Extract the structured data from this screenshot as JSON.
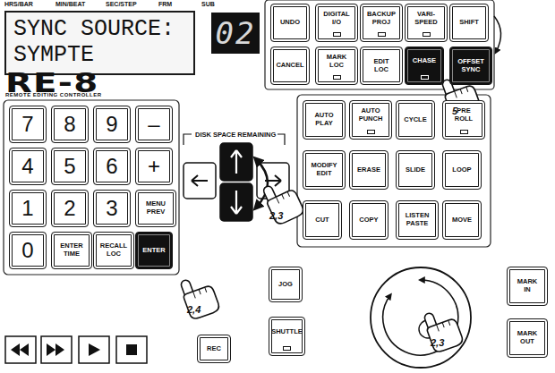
{
  "diagram": {
    "nodes": [
      {
        "text": [
          "SYNC SOURCE: SYMPTE"
        ]
      },
      {
        "text": [
          "02"
        ]
      },
      {
        "text": [
          "UNDO"
        ]
      },
      {
        "text": [
          "DIGITAL I/O"
        ]
      },
      {
        "text": [
          "BACKUP PROJ"
        ]
      },
      {
        "text": [
          "VARI- SPEED"
        ]
      },
      {
        "text": [
          "SHIFT"
        ]
      },
      {
        "text": [
          "CANCEL"
        ]
      },
      {
        "text": [
          "MARK LOC"
        ]
      },
      {
        "text": [
          "EDIT LOC"
        ]
      },
      {
        "text": [
          "CHASE"
        ]
      },
      {
        "text": [
          "OFFSET SYNC"
        ]
      },
      {
        "text": [
          "7"
        ]
      },
      {
        "text": [
          "8"
        ]
      },
      {
        "text": [
          "9"
        ]
      },
      {
        "text": [
          "–"
        ]
      },
      {
        "text": [
          "4"
        ]
      },
      {
        "text": [
          "5"
        ]
      },
      {
        "text": [
          "6"
        ]
      },
      {
        "text": [
          "+"
        ]
      },
      {
        "text": [
          "1"
        ]
      },
      {
        "text": [
          "2"
        ]
      },
      {
        "text": [
          "3"
        ]
      },
      {
        "text": [
          "MENU PREV"
        ]
      },
      {
        "text": [
          "0"
        ]
      },
      {
        "text": [
          "ENTER TIME"
        ]
      },
      {
        "text": [
          "RECALL LOC"
        ]
      },
      {
        "text": [
          "ENTER"
        ]
      },
      {
        "text": [
          "AUTO PLAY"
        ]
      },
      {
        "text": [
          "AUTO PUNCH"
        ]
      },
      {
        "text": [
          "CYCLE"
        ]
      },
      {
        "text": [
          "PRE ROLL"
        ]
      },
      {
        "text": [
          "MODIFY EDIT"
        ]
      },
      {
        "text": [
          "ERASE"
        ]
      },
      {
        "text": [
          "SLIDE"
        ]
      },
      {
        "text": [
          "LOOP"
        ]
      },
      {
        "text": [
          "CUT"
        ]
      },
      {
        "text": [
          "COPY"
        ]
      },
      {
        "text": [
          "LISTEN PASTE"
        ]
      },
      {
        "text": [
          "MOVE"
        ]
      },
      {
        "text": [
          "JOG"
        ]
      },
      {
        "text": [
          "MARK IN"
        ]
      },
      {
        "text": [
          "SHUTTLE"
        ]
      },
      {
        "text": [
          "MARK OUT"
        ]
      },
      {
        "text": [
          "REC"
        ]
      }
    ],
    "labels": [
      "HRS/BAR",
      "MIN/BEAT",
      "SEC/STEP",
      "FRM",
      "SUB",
      "RE-8",
      "REMOTE EDITING CONTROLLER",
      "5",
      "DISK SPACE REMAINING",
      "2,3",
      "2,4",
      "2,3"
    ]
  }
}
